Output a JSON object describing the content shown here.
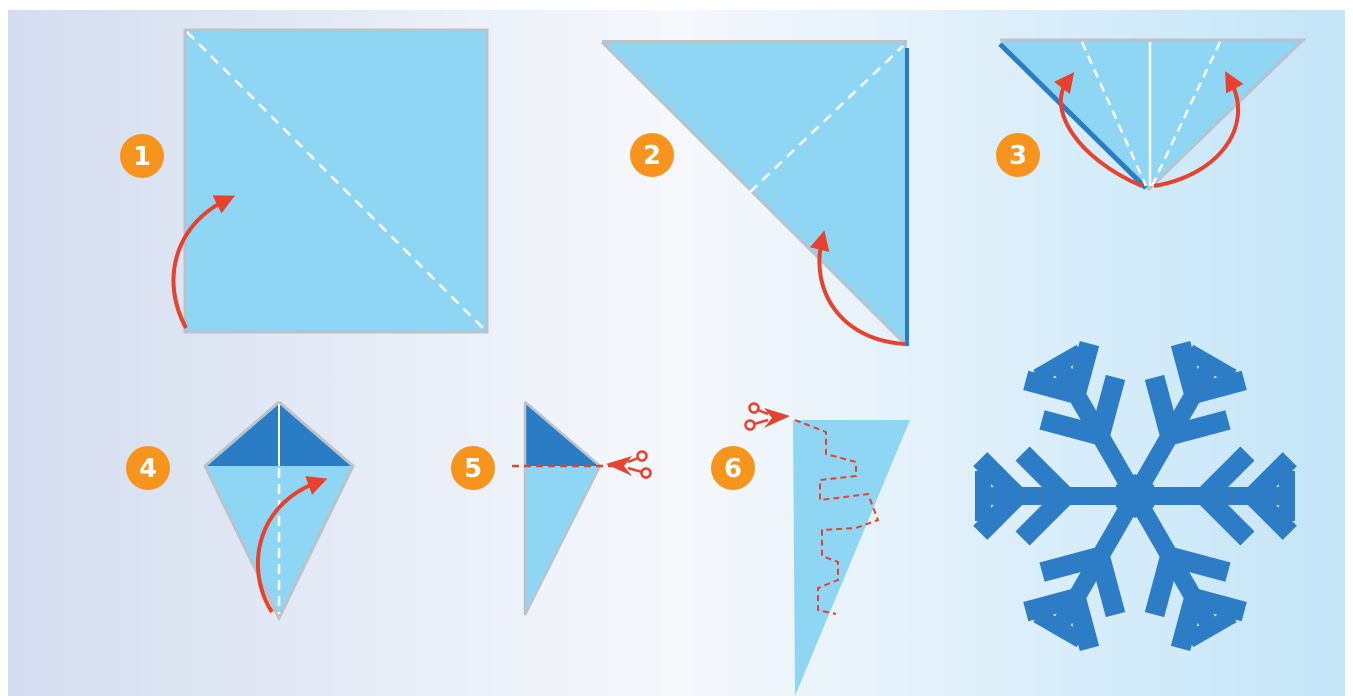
{
  "colors": {
    "background_left": "#d4ddef",
    "background_mid": "#f6f8fc",
    "background_right": "#c3e5f8",
    "paper_light": "#8fd6f5",
    "paper_dark": "#2a7dc4",
    "paper_edge": "#b9c3cc",
    "arrow": "#e8412d",
    "badge": "#f7941d",
    "snowflake": "#2c7cc6",
    "fold_line": "#ffffff"
  },
  "steps": [
    {
      "number": "1",
      "icon": "fold-square-diagonal"
    },
    {
      "number": "2",
      "icon": "fold-triangle-in-half"
    },
    {
      "number": "3",
      "icon": "fold-in-thirds"
    },
    {
      "number": "4",
      "icon": "fold-kite-in-half"
    },
    {
      "number": "5",
      "icon": "cut-top-off"
    },
    {
      "number": "6",
      "icon": "cut-pattern"
    }
  ],
  "result": {
    "icon": "snowflake-icon"
  }
}
